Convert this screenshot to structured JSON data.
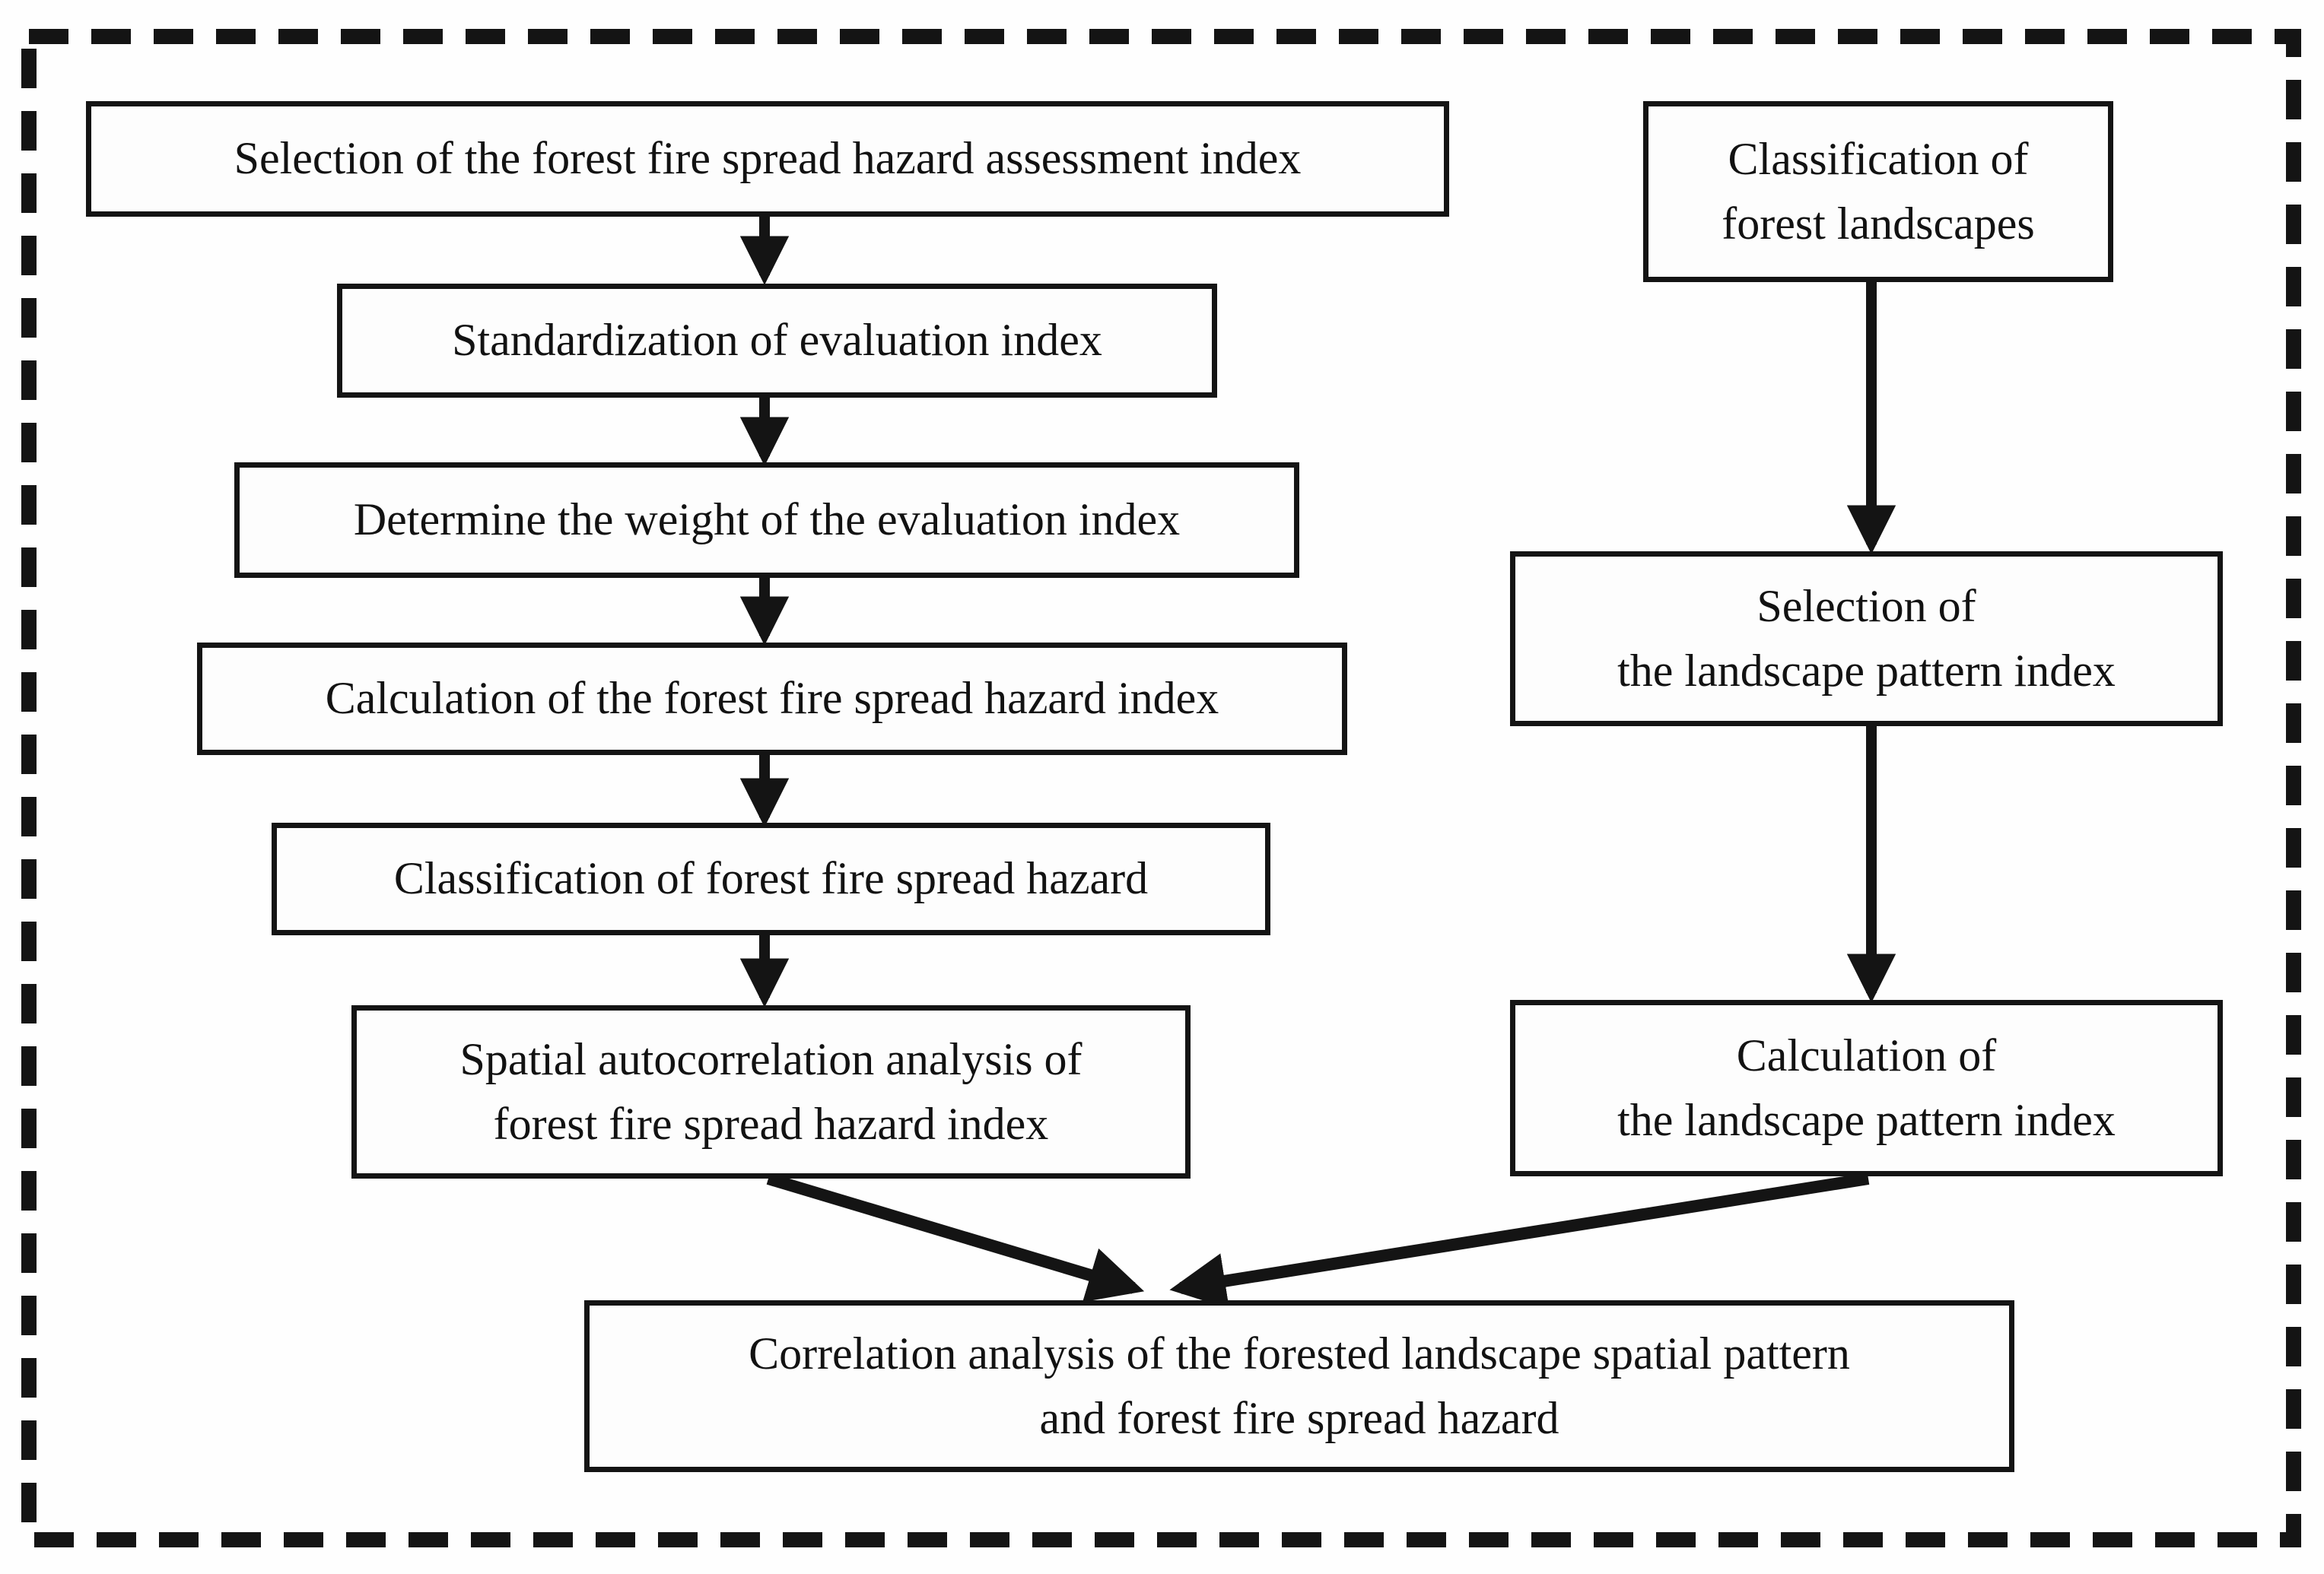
{
  "flowchart": {
    "left_column": [
      {
        "name": "selection-assessment-index",
        "lines": [
          "Selection of the forest fire spread hazard assessment index"
        ]
      },
      {
        "name": "standardization-index",
        "lines": [
          "Standardization of evaluation index"
        ]
      },
      {
        "name": "determine-weight",
        "lines": [
          "Determine the weight of the evaluation index"
        ]
      },
      {
        "name": "calculation-hazard-index",
        "lines": [
          "Calculation of the forest fire spread hazard index"
        ]
      },
      {
        "name": "classification-hazard",
        "lines": [
          "Classification of forest fire spread hazard"
        ]
      },
      {
        "name": "spatial-autocorrelation",
        "lines": [
          "Spatial autocorrelation analysis of",
          "forest fire spread hazard index"
        ]
      }
    ],
    "right_column": [
      {
        "name": "classification-landscapes",
        "lines": [
          "Classification of",
          "forest landscapes"
        ]
      },
      {
        "name": "selection-pattern-index",
        "lines": [
          "Selection of",
          "the landscape pattern index"
        ]
      },
      {
        "name": "calculation-pattern-index",
        "lines": [
          "Calculation of",
          "the landscape pattern index"
        ]
      }
    ],
    "bottom_box": {
      "name": "correlation-analysis",
      "lines": [
        "Correlation analysis of the forested landscape spatial pattern",
        "and forest fire spread hazard"
      ]
    },
    "colors": {
      "ink": "#141414",
      "background": "#fefefe"
    }
  }
}
